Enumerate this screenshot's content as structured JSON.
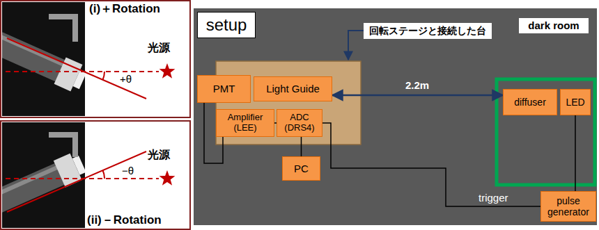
{
  "diagram": {
    "nodes": [
      {
        "text": [
          "setup"
        ]
      },
      {
        "text": [
          "回転ステージと接続した台"
        ]
      },
      {
        "text": [
          "dark room"
        ]
      },
      {
        "text": [
          "PMT"
        ]
      },
      {
        "text": [
          "Light Guide"
        ]
      },
      {
        "text": [
          "diffuser"
        ]
      },
      {
        "text": [
          "LED"
        ]
      },
      {
        "text": [
          "Amplifier (LEE)"
        ]
      },
      {
        "text": [
          "ADC (DRS4)"
        ]
      },
      {
        "text": [
          "PC"
        ]
      },
      {
        "text": [
          "pulse generator"
        ]
      }
    ],
    "edges": [
      {
        "from": 4,
        "to": 5,
        "arrow": "both",
        "label": "2.2m"
      },
      {
        "from": 3,
        "to": 7,
        "arrow": "none"
      },
      {
        "from": 7,
        "to": 8,
        "arrow": "none"
      },
      {
        "from": 8,
        "to": 9,
        "arrow": "none"
      },
      {
        "from": 10,
        "to": 8,
        "arrow": "none",
        "label": "trigger"
      },
      {
        "from": 6,
        "to": 10,
        "arrow": "none"
      }
    ],
    "labels": [
      "(i)＋Rotation",
      "光源",
      "+θ",
      "(ii)－Rotation",
      "光源",
      "−θ"
    ]
  }
}
